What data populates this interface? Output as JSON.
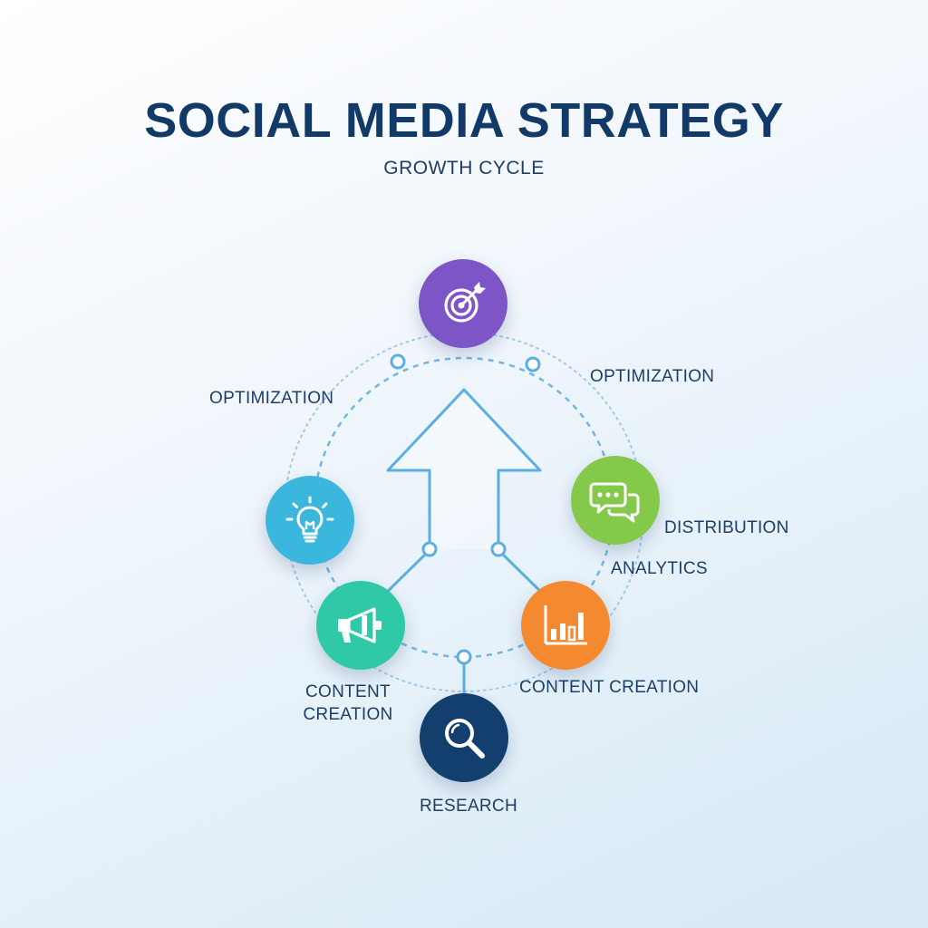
{
  "title": "SOCIAL MEDIA STRATEGY",
  "subtitle": "GROWTH CYCLE",
  "colors": {
    "goal": "#7d55c7",
    "ideas": "#3bb7de",
    "promotion": "#2fc9a8",
    "research": "#123f6d",
    "analytics": "#f5892f",
    "engagement": "#84c94a",
    "line": "#5aaee0"
  },
  "nodes": {
    "goal": {
      "icon": "target-icon"
    },
    "ideas": {
      "icon": "lightbulb-icon"
    },
    "promotion": {
      "icon": "megaphone-icon"
    },
    "research": {
      "icon": "magnifier-icon"
    },
    "analytics": {
      "icon": "bar-chart-icon"
    },
    "engagement": {
      "icon": "chat-bubbles-icon"
    }
  },
  "labels": {
    "optimization_left": "OPTIMIZATION",
    "optimization_right": "OPTIMIZATION",
    "distribution": "DISTRIBUTION",
    "analytics": "ANALYTICS",
    "content_creation_left_line1": "CONTENT",
    "content_creation_left_line2": "CREATION",
    "content_creation_right": "CONTENT CREATION",
    "research": "RESEARCH"
  }
}
